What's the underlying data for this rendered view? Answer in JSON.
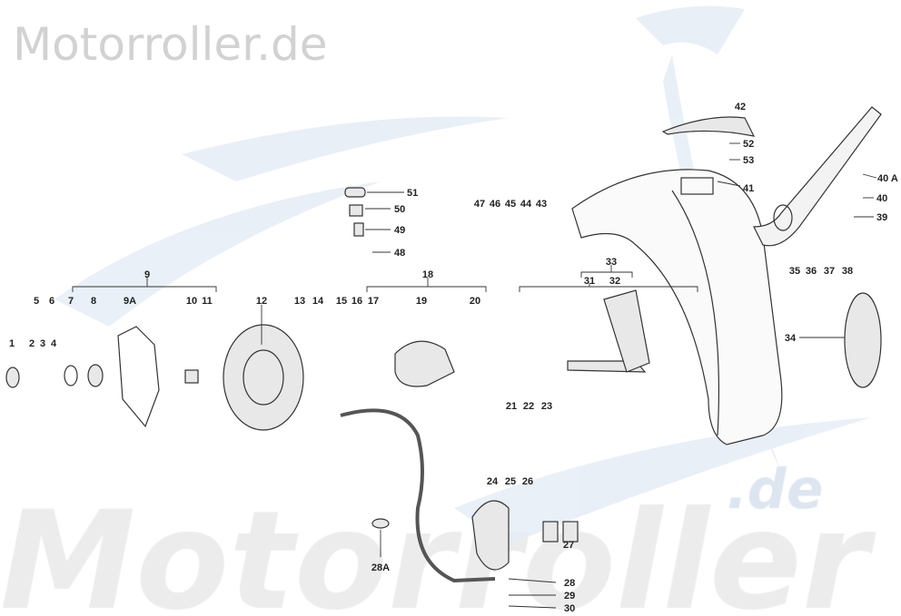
{
  "watermark": {
    "top": "Motorroller.de",
    "bottom": "Motorroller",
    "bottom_suffix": ".de"
  },
  "colors": {
    "watermark_swoosh": "#dfe8f2",
    "line": "#333333",
    "label": "#222222"
  },
  "part_labels": [
    "1",
    "2",
    "3",
    "4",
    "5",
    "6",
    "7",
    "8",
    "9",
    "9A",
    "10",
    "11",
    "12",
    "13",
    "14",
    "15",
    "16",
    "17",
    "18",
    "19",
    "20",
    "21",
    "22",
    "23",
    "24",
    "25",
    "26",
    "27",
    "28",
    "28A",
    "29",
    "30",
    "31",
    "32",
    "33",
    "34",
    "35",
    "36",
    "37",
    "38",
    "39",
    "40",
    "40 A",
    "41",
    "42",
    "43",
    "44",
    "45",
    "46",
    "47",
    "48",
    "49",
    "50",
    "51",
    "52",
    "53"
  ]
}
